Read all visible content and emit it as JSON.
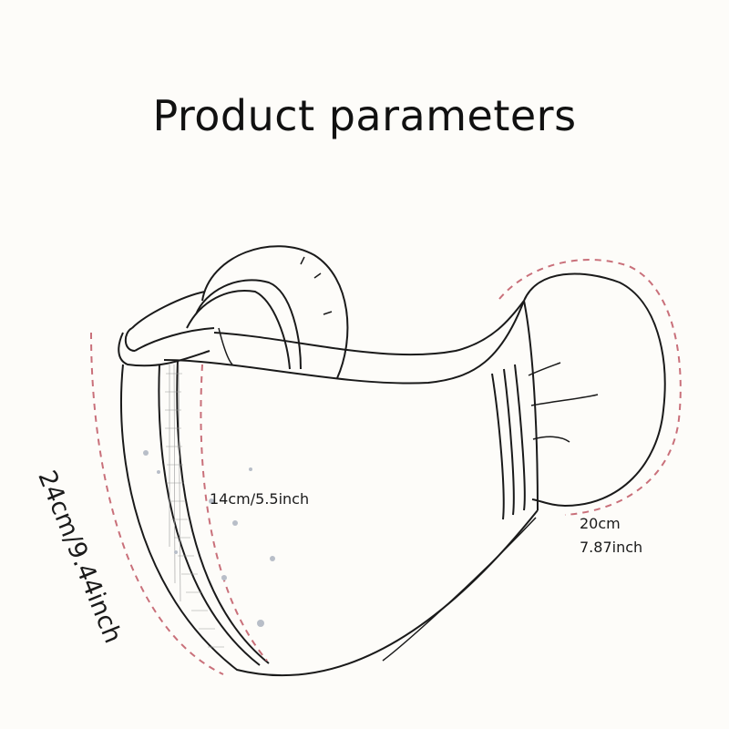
{
  "title": "Product parameters",
  "colors": {
    "background": "#fdfcf9",
    "outline": "#1a1a1a",
    "dimension_line": "#c9707a",
    "dots": "#b8bec8"
  },
  "dimensions": {
    "width": "14cm/5.5inch",
    "ear_loop_cm": "20cm",
    "ear_loop_inch": "7.87inch",
    "height": "24cm/9.44inch"
  }
}
